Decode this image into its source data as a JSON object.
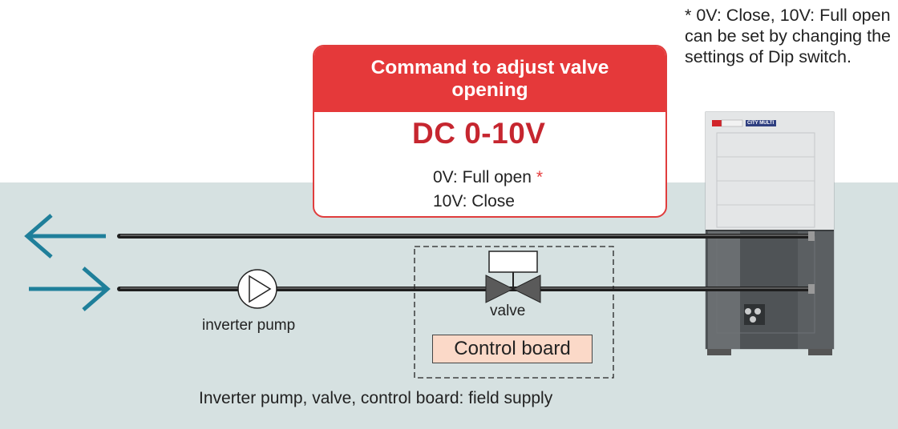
{
  "note": "* 0V: Close, 10V: Full open can be set by changing the settings of Dip switch.",
  "command_box": {
    "title": "Command to adjust valve opening",
    "signal": "DC 0-10V",
    "line1": "0V: Full open",
    "line1_mark": "*",
    "line2": "10V: Close"
  },
  "labels": {
    "pump": "inverter pump",
    "valve": "valve",
    "control_board": "Control board",
    "caption": "Inverter pump, valve, control board: field supply",
    "unit_brand": "CITY MULTI"
  },
  "colors": {
    "background_band": "#d6e1e1",
    "header_red": "#e5393a",
    "arrow_red": "#c6262f",
    "flow_arrow": "#1f7f9a"
  }
}
